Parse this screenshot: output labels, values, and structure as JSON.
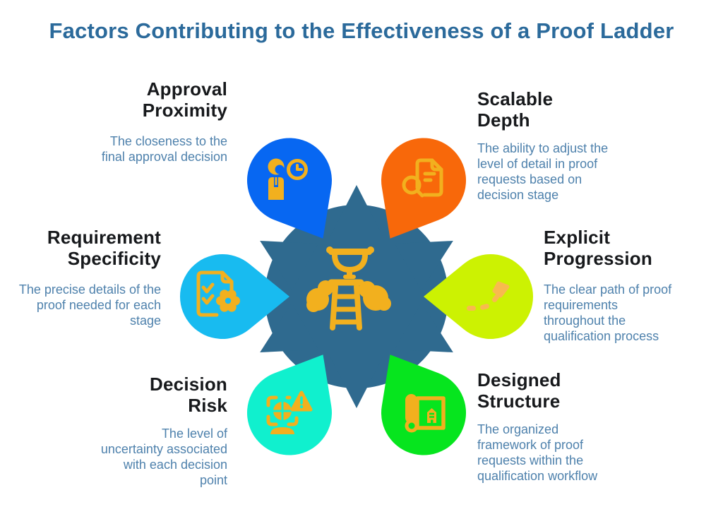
{
  "title": "Factors Contributing to the Effectiveness of a Proof Ladder",
  "colors": {
    "background": "#FFFFFF",
    "title_text": "#2B6A9B",
    "heading_text": "#17191C",
    "description_text": "#4E81AC",
    "center_hub": "#2F6A8F",
    "icon_gold": "#F2B01E",
    "arrow_amber": "#F8BA4E"
  },
  "center": {
    "icon": "trophy-ladder-cloud-icon"
  },
  "factors": [
    {
      "id": "approval-proximity",
      "position": "top-left",
      "title": "Approval Proximity",
      "description": "The closeness to the final approval decision",
      "color": "#0767F2",
      "icon": "person-clock-icon"
    },
    {
      "id": "scalable-depth",
      "position": "top-right",
      "title": "Scalable Depth",
      "description": "The ability to adjust the level of detail in proof requests based on decision stage",
      "color": "#F8680A",
      "icon": "document-magnifier-icon"
    },
    {
      "id": "requirement-specificity",
      "position": "left",
      "title": "Requirement Specificity",
      "description": "The precise details of the proof needed for each stage",
      "color": "#18BBF0",
      "icon": "checklist-gear-icon"
    },
    {
      "id": "explicit-progression",
      "position": "right",
      "title": "Explicit Progression",
      "description": "The clear path of proof requirements throughout the qualification process",
      "color": "#CCF202",
      "icon": "dashed-arrow-icon"
    },
    {
      "id": "decision-risk",
      "position": "bottom-left",
      "title": "Decision Risk",
      "description": "The level of uncertainty associated with each decision point",
      "color": "#10F0CE",
      "icon": "person-warning-icon"
    },
    {
      "id": "designed-structure",
      "position": "bottom-right",
      "title": "Designed Structure",
      "description": "The organized framework of proof requests within the qualification workflow",
      "color": "#06E51E",
      "icon": "blueprint-building-icon"
    }
  ]
}
